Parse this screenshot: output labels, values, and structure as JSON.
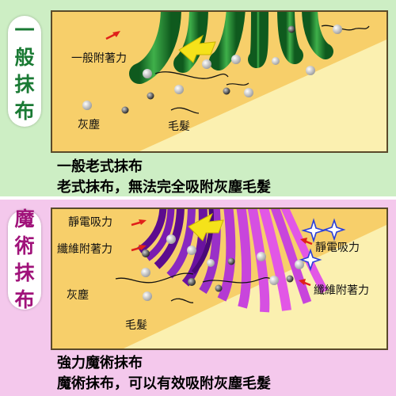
{
  "top": {
    "side_label": [
      "一",
      "般",
      "抹",
      "布"
    ],
    "labels": {
      "adhesion": "一般附著力",
      "dust": "灰塵",
      "hair": "毛髮"
    },
    "caption_title": "一般老式抹布",
    "caption_text": "老式抹布，無法完全吸附灰塵毛髮"
  },
  "bottom": {
    "side_label": [
      "魔",
      "術",
      "抹",
      "布"
    ],
    "labels": {
      "static_left": "靜電吸力",
      "fiber_left": "纖維附著力",
      "static_right": "靜電吸力",
      "fiber_right": "纖維附著力",
      "dust": "灰塵",
      "hair": "毛髮"
    },
    "caption_title": "強力魔術抹布",
    "caption_text": "魔術抹布，可以有效吸附灰塵毛髮"
  },
  "colors": {
    "top_bg": "#cdeec4",
    "bottom_bg": "#f4c8ec",
    "floor": "#f7cf6a",
    "floor_light": "#fbf0b0",
    "green_fiber": "#2f9a3e",
    "purple_fiber": "#7a1cb0",
    "pink_fiber": "#e257e6",
    "arrow_red": "#e0201a",
    "arrow_yellow": "#f5e21a",
    "sparkle_blue": "#2a3fd8"
  }
}
